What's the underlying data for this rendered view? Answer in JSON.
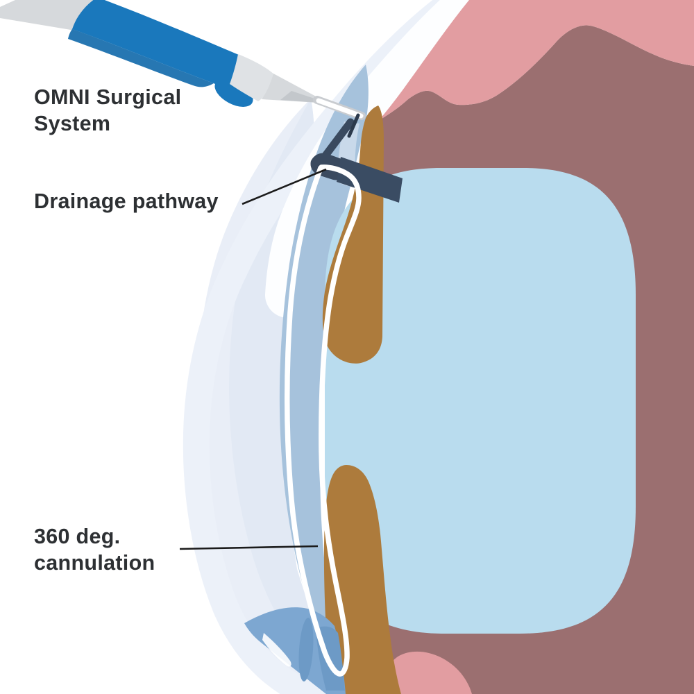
{
  "title": "OMNI Surgical System eye cross-section illustration",
  "labels": {
    "tool": "OMNI Surgical\nSystem",
    "drainage": "Drainage pathway",
    "cannulation": "360 deg.\ncannulation"
  },
  "palette": {
    "background": "#ffffff",
    "handpiece_blue": "#1a78bc",
    "handpiece_blue_dark": "#0f68aa",
    "handpiece_gray": "#d6d9dc",
    "handpiece_gray_light": "#dfe2e5",
    "handpiece_gray_dark": "#c3c7cb",
    "cannula_outline": "#c9ccd0",
    "device_slate": "#3a4a5f",
    "canal_navy": "#3a4c63",
    "needle_dark": "#2c3a4c",
    "catheter_white": "#ffffff",
    "sclera_band": "#ecf1f9",
    "cornea_outer": "#e9eef7",
    "cornea_inner": "#e2e9f4",
    "sclera_white": "#fdfeff",
    "aqueous_blue": "#a6c2dc",
    "aqueous_pale": "#c9d9ea",
    "iris_brown": "#ad7b3c",
    "lens_blue": "#b9dcee",
    "choroid_mauve": "#9b6f70",
    "tissue_pink": "#e29da1",
    "ciliary_blue": "#7da7d1",
    "ciliary_blue_dark": "#6d9ac6",
    "leader_line": "#1b1b1b",
    "label_text": "#2d3033"
  }
}
